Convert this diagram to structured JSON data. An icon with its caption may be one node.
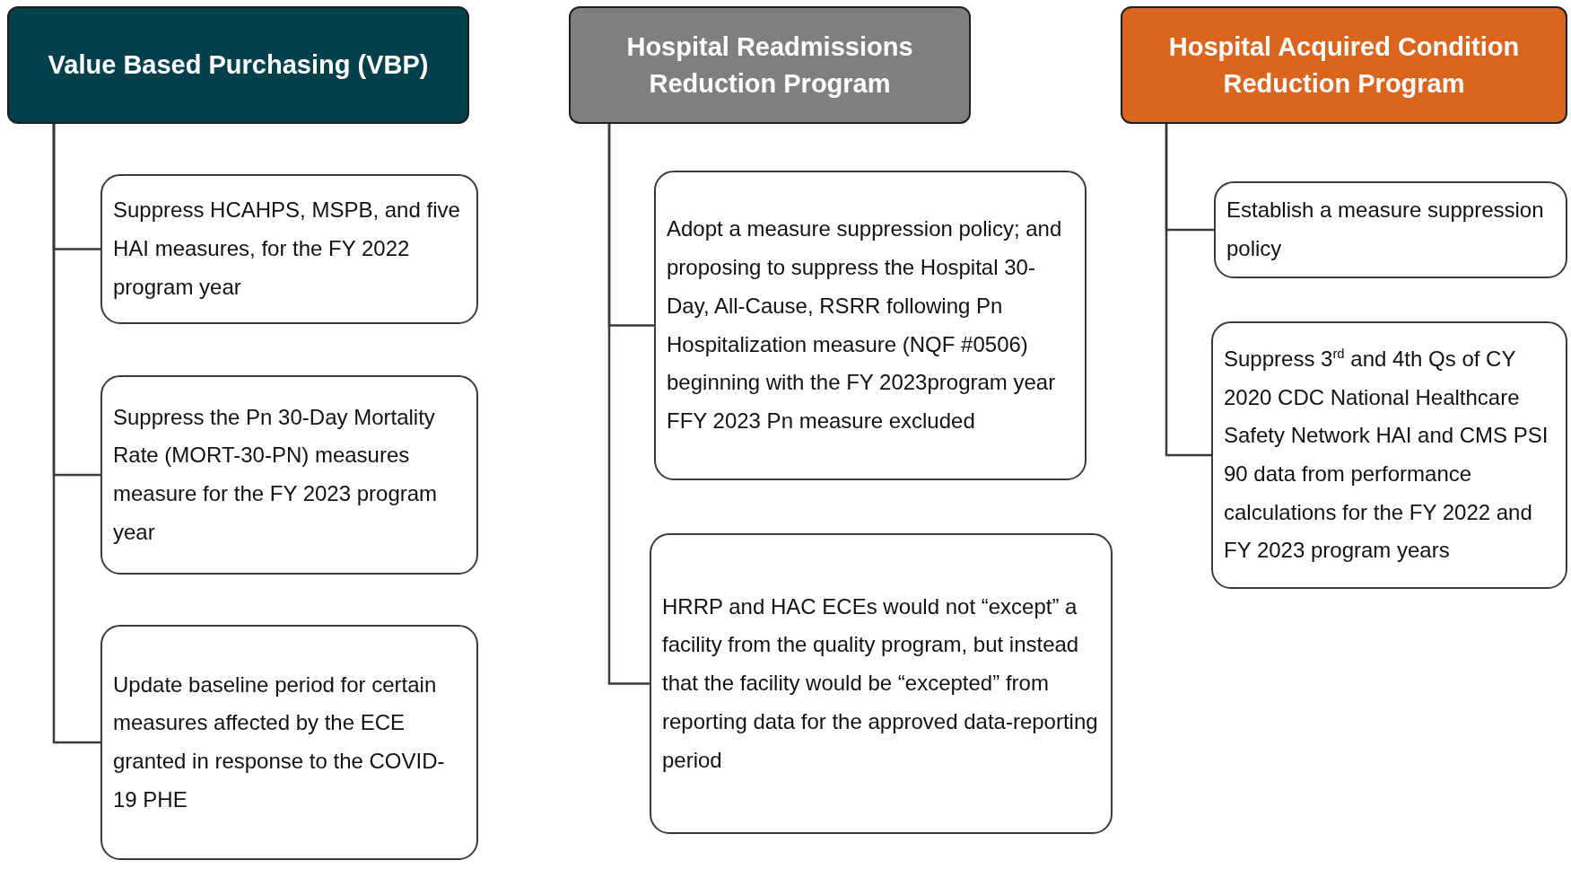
{
  "diagram": {
    "nodes": [
      {
        "text": [
          "Value Based Purchasing (VBP)"
        ]
      },
      {
        "text": [
          "Suppress HCAHPS, MSPB, and five HAI measures, for the FY 2022 program year"
        ]
      },
      {
        "text": [
          "Suppress the Pn 30-Day Mortality Rate (MORT-30-PN) measures measure for the FY 2023 program year"
        ]
      },
      {
        "text": [
          "Update baseline period for certain measures affected by the ECE granted in response to the COVID-19 PHE"
        ]
      },
      {
        "text": [
          "Hospital Readmissions Reduction Program"
        ]
      },
      {
        "text": [
          "Adopt a measure suppression policy; and proposing to suppress the Hospital 30-Day, All-Cause, RSRR following Pn Hospitalization measure (NQF #0506) beginning with the FY 2023program year FFY 2023 Pn measure excluded"
        ]
      },
      {
        "text": [
          "HRRP and HAC ECEs would not “except” a facility from the quality program, but instead that the facility would be “excepted” from reporting data for the approved data-reporting period"
        ]
      },
      {
        "text": [
          "Hospital Acquired Condition Reduction Program"
        ]
      },
      {
        "text": [
          "Establish a measure suppression policy"
        ]
      },
      {
        "text": [
          "Suppress 3$^{rd}$ and 4th Qs of CY 2020 CDC National Healthcare Safety Network HAI and CMS PSI 90 data from performance calculations for the FY 2022 and FY 2023 program years"
        ]
      }
    ],
    "edges": [
      {
        "from": 0,
        "to": 1,
        "arrow": "none"
      },
      {
        "from": 0,
        "to": 2,
        "arrow": "none"
      },
      {
        "from": 0,
        "to": 3,
        "arrow": "none"
      },
      {
        "from": 4,
        "to": 5,
        "arrow": "none"
      },
      {
        "from": 4,
        "to": 6,
        "arrow": "none"
      },
      {
        "from": 7,
        "to": 8,
        "arrow": "none"
      },
      {
        "from": 7,
        "to": 9,
        "arrow": "none"
      }
    ]
  }
}
